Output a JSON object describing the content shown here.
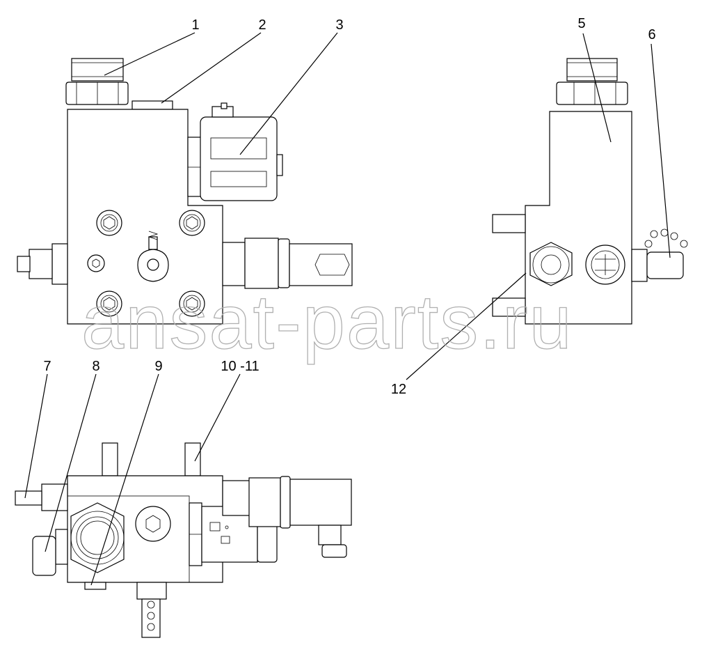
{
  "callouts": [
    {
      "id": "1",
      "label": "1"
    },
    {
      "id": "2",
      "label": "2"
    },
    {
      "id": "3",
      "label": "3"
    },
    {
      "id": "5",
      "label": "5"
    },
    {
      "id": "6",
      "label": "6"
    },
    {
      "id": "7",
      "label": "7"
    },
    {
      "id": "8",
      "label": "8"
    },
    {
      "id": "9",
      "label": "9"
    },
    {
      "id": "10-11",
      "label": "10 -11"
    },
    {
      "id": "12",
      "label": "12"
    }
  ],
  "watermark": "ansat-parts.ru",
  "colors": {
    "line": "#000000",
    "watermark": "#b0b0b0",
    "background": "#ffffff"
  }
}
